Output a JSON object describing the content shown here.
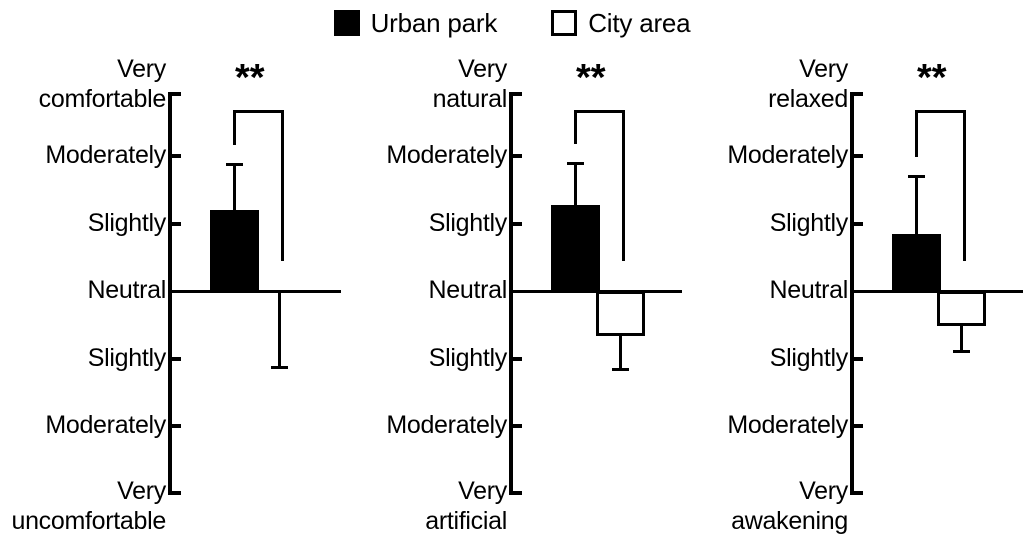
{
  "legend": {
    "entries": [
      {
        "label": "Urban park",
        "swatch": "filled-square-icon",
        "color": "#000000"
      },
      {
        "label": "City area",
        "swatch": "hollow-square-icon",
        "color": "#ffffff"
      }
    ]
  },
  "chart_data": {
    "type": "bar",
    "title": "",
    "xlabel": "",
    "ylabel": "",
    "grid": false,
    "legend_position": "top-center",
    "series_names": [
      "Urban park",
      "City area"
    ],
    "ylim": [
      -3,
      3
    ],
    "panels": [
      {
        "name": "comfort",
        "top_label_line1": "Very",
        "top_label_line2": "comfortable",
        "bottom_label_line1": "Very",
        "bottom_label_line2": "uncomfortable",
        "tick_labels": [
          "Very comfortable",
          "Moderately",
          "Slightly",
          "Neutral",
          "Slightly",
          "Moderately",
          "Very uncomfortable"
        ],
        "tick_values": [
          3,
          2,
          1,
          0,
          -1,
          -2,
          -3
        ],
        "values": {
          "Urban park": 1.2,
          "City area": 0.0
        },
        "errors": {
          "Urban park": 0.7,
          "City area": 1.15
        },
        "significance": "**"
      },
      {
        "name": "naturalness",
        "top_label_line1": "Very",
        "top_label_line2": "natural",
        "bottom_label_line1": "Very",
        "bottom_label_line2": "artificial",
        "tick_labels": [
          "Very natural",
          "Moderately",
          "Slightly",
          "Neutral",
          "Slightly",
          "Moderately",
          "Very artificial"
        ],
        "tick_values": [
          3,
          2,
          1,
          0,
          -1,
          -2,
          -3
        ],
        "values": {
          "Urban park": 1.27,
          "City area": -0.67
        },
        "errors": {
          "Urban park": 0.64,
          "City area": 0.51
        },
        "significance": "**"
      },
      {
        "name": "relaxation",
        "top_label_line1": "Very",
        "top_label_line2": "relaxed",
        "bottom_label_line1": "Very",
        "bottom_label_line2": "awakening",
        "tick_labels": [
          "Very relaxed",
          "Moderately",
          "Slightly",
          "Neutral",
          "Slightly",
          "Moderately",
          "Very awakening"
        ],
        "tick_values": [
          3,
          2,
          1,
          0,
          -1,
          -2,
          -3
        ],
        "values": {
          "Urban park": 0.84,
          "City area": -0.52
        },
        "errors": {
          "Urban park": 0.88,
          "City area": 0.4
        },
        "significance": "**"
      }
    ]
  }
}
